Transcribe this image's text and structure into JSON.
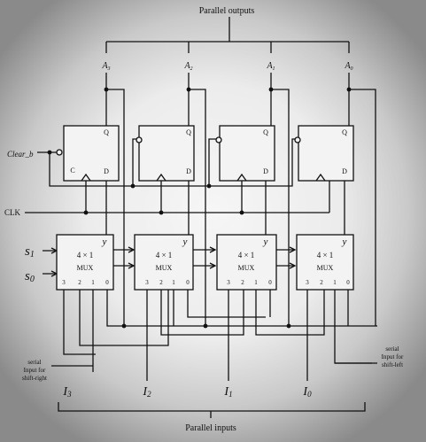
{
  "title": "Parallel outputs",
  "bottom_title": "Parallel inputs",
  "clear_label": "Clear_b",
  "clk_label": "CLK",
  "select_labels": [
    "s",
    "1",
    "s",
    "0"
  ],
  "outputs": [
    {
      "sym": "A",
      "sub": "3"
    },
    {
      "sym": "A",
      "sub": "2"
    },
    {
      "sym": "A",
      "sub": "1"
    },
    {
      "sym": "A",
      "sub": "0"
    }
  ],
  "inputs": [
    {
      "sym": "I",
      "sub": "3"
    },
    {
      "sym": "I",
      "sub": "2"
    },
    {
      "sym": "I",
      "sub": "1"
    },
    {
      "sym": "I",
      "sub": "0"
    }
  ],
  "ff": {
    "q": "Q",
    "d": "D",
    "c": "C"
  },
  "mux": {
    "line1": "4 × 1",
    "line2": "MUX",
    "y": "y",
    "pins": [
      "3",
      "2",
      "1",
      "0"
    ]
  },
  "serial_right": [
    "serial",
    "Input for",
    "shift-right"
  ],
  "serial_left": [
    "serial",
    "Input for",
    "shift-left"
  ]
}
